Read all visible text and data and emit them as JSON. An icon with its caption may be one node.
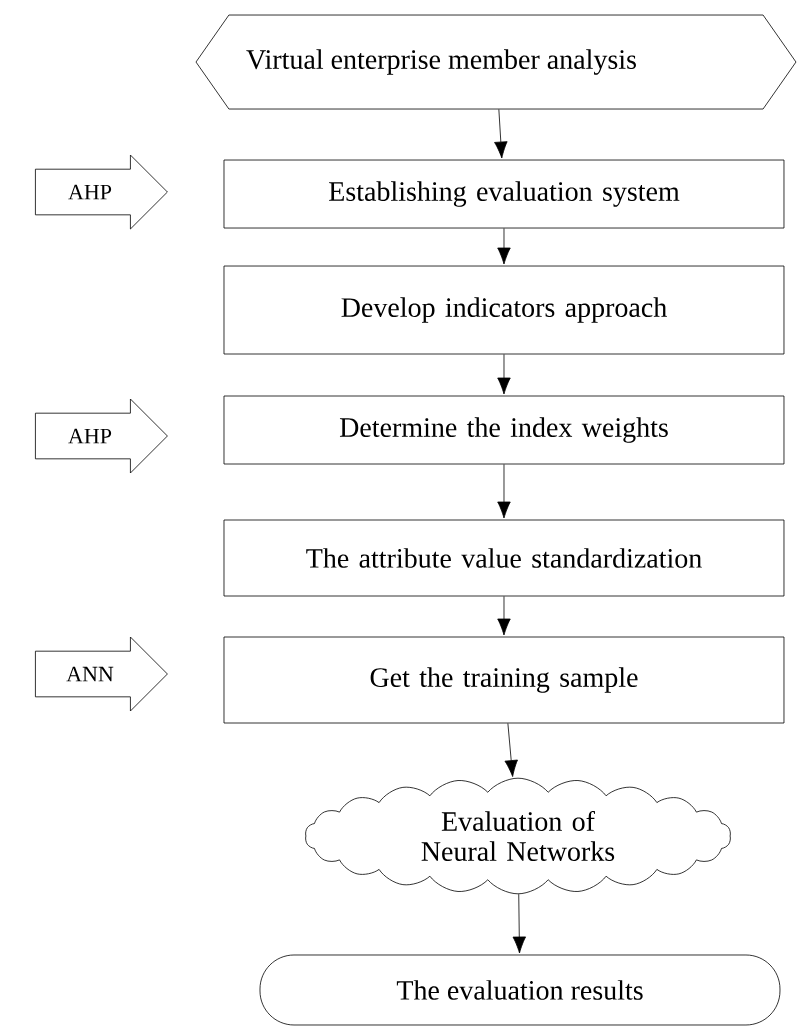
{
  "diagram": {
    "nodes": [
      {
        "text": [
          "Virtual enterprise member analysis"
        ]
      },
      {
        "text": [
          "AHP"
        ]
      },
      {
        "text": [
          "Establishing evaluation system"
        ]
      },
      {
        "text": [
          "Develop indicators approach"
        ]
      },
      {
        "text": [
          "AHP"
        ]
      },
      {
        "text": [
          "Determine the index weights"
        ]
      },
      {
        "text": [
          "The attribute value standardization"
        ]
      },
      {
        "text": [
          "ANN"
        ]
      },
      {
        "text": [
          "Get the training sample"
        ]
      },
      {
        "text": [
          "Evaluation of Neural Networks"
        ]
      },
      {
        "text": [
          "The evaluation results"
        ]
      }
    ],
    "edges": [
      {
        "from": 0,
        "to": 2,
        "arrow": "to"
      },
      {
        "from": 2,
        "to": 3,
        "arrow": "to"
      },
      {
        "from": 3,
        "to": 5,
        "arrow": "to"
      },
      {
        "from": 5,
        "to": 6,
        "arrow": "to"
      },
      {
        "from": 6,
        "to": 8,
        "arrow": "to"
      },
      {
        "from": 8,
        "to": 9,
        "arrow": "to"
      },
      {
        "from": 9,
        "to": 10,
        "arrow": "to"
      }
    ]
  }
}
